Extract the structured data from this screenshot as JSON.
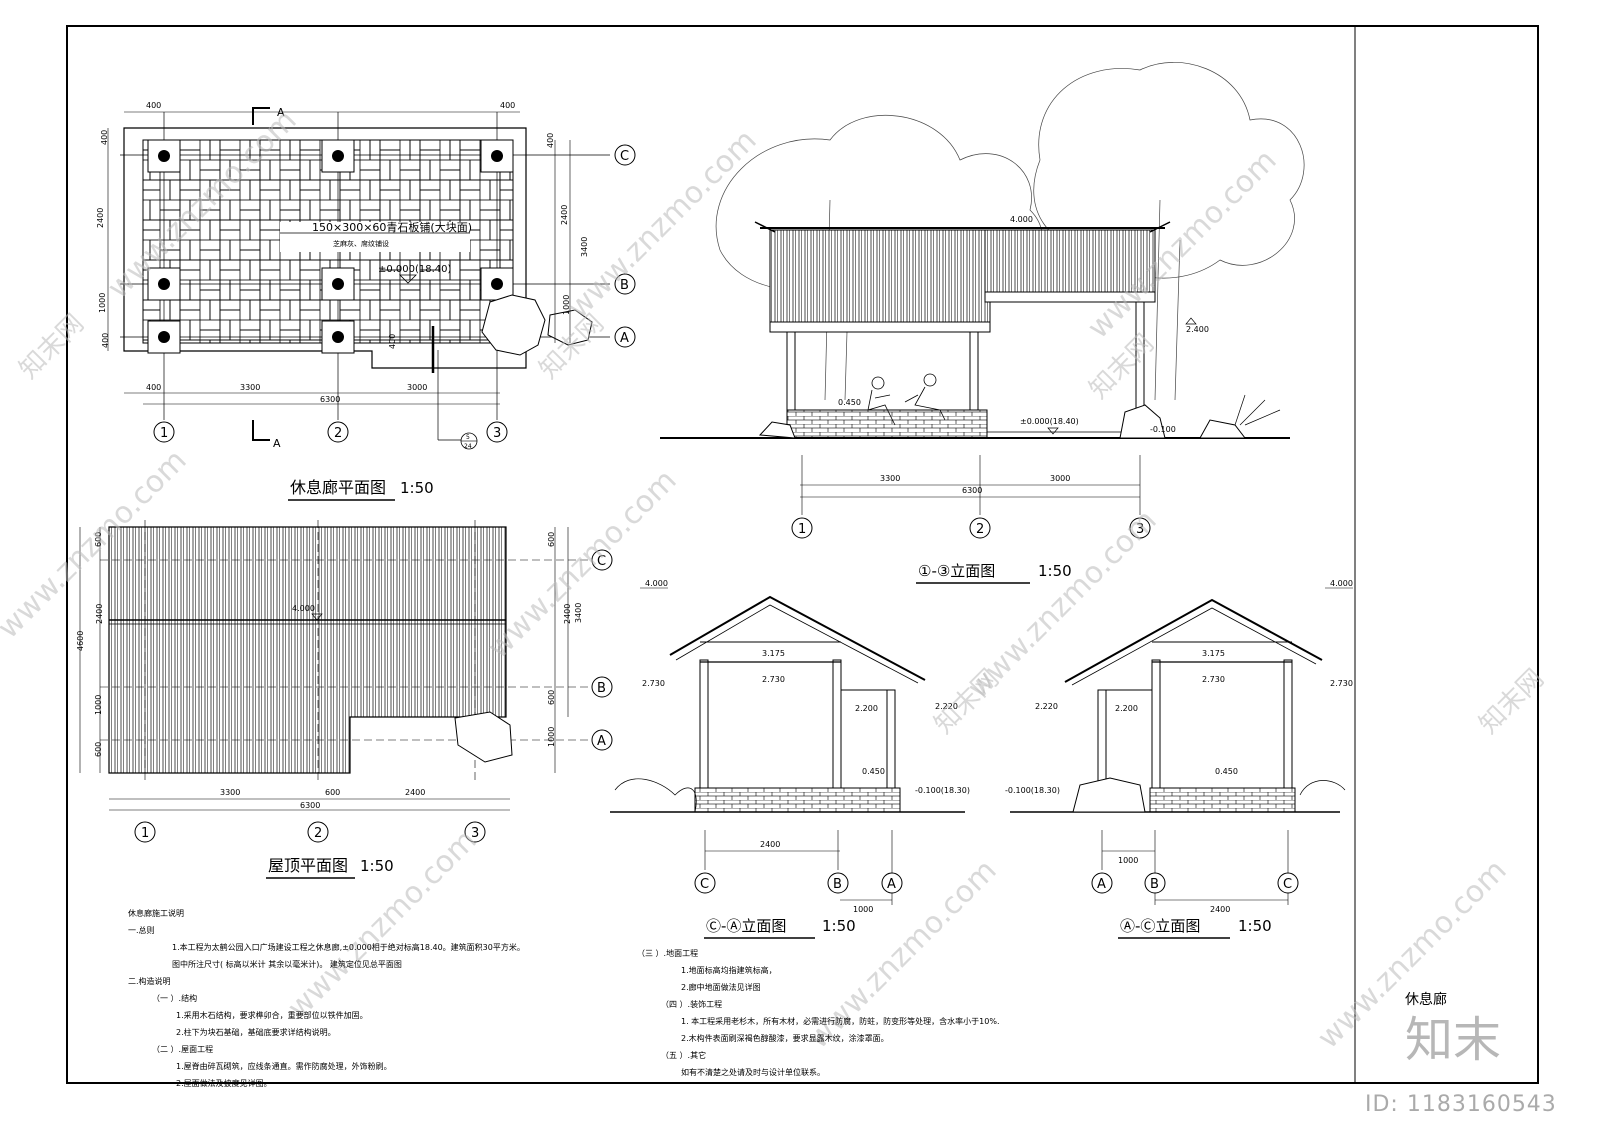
{
  "titles": {
    "plan": "休息廊平面图",
    "plan_scale": "1:50",
    "roof": "屋顶平面图",
    "roof_scale": "1:50",
    "elev13_label": "①-③立面图",
    "elev13_scale": "1:50",
    "elevCA_label": "Ⓒ-Ⓐ立面图",
    "elevCA_scale": "1:50",
    "elevAC_label": "Ⓐ-Ⓒ立面图",
    "elevAC_scale": "1:50"
  },
  "plan": {
    "section_mark": "A",
    "paving_note": "150×300×60青石板铺(大块面)",
    "paving_note2": "芝麻灰、席纹铺设",
    "level": "±0.000(18.40)",
    "dims_top": [
      "400",
      "400"
    ],
    "dims_bottom": [
      "400",
      "3300",
      "3000",
      "6300"
    ],
    "dims_left": [
      "400",
      "2400",
      "1000",
      "400"
    ],
    "dims_right": [
      "400",
      "2400",
      "3400",
      "1000"
    ],
    "dim_inner": "400",
    "axes_row": [
      "C",
      "B",
      "A"
    ],
    "axes_col": [
      "1",
      "2",
      "3"
    ],
    "detail_ref_top": "5",
    "detail_ref_bottom": "24"
  },
  "roof": {
    "level": "4.000",
    "dims_left": [
      "600",
      "2400",
      "1000",
      "600",
      "4600"
    ],
    "dims_right": [
      "600",
      "2400",
      "3400",
      "600",
      "1000"
    ],
    "dims_bottom": [
      "3300",
      "600",
      "2400",
      "6300"
    ]
  },
  "elev13": {
    "top_level": "4.000",
    "eave_level": "2.400",
    "bench_level": "0.450",
    "floor_level": "±0.000(18.40)",
    "ground_level": "-0.100",
    "dims": [
      "3300",
      "3000",
      "6300"
    ]
  },
  "elevCA": {
    "top": "4.000",
    "ridge": "3.175",
    "beam": "2.730",
    "eave_left": "2.730",
    "eave_right": "2.220",
    "low_beam": "2.200",
    "bench": "0.450",
    "ground": "-0.100(18.30)",
    "dims": [
      "2400",
      "1000"
    ]
  },
  "elevAC": {
    "top": "4.000",
    "ridge": "3.175",
    "beam": "2.730",
    "eave_left": "2.220",
    "eave_right": "2.730",
    "low_beam": "2.200",
    "bench": "0.450",
    "ground": "-0.100(18.30)",
    "dims": [
      "1000",
      "2400"
    ]
  },
  "notes_left": [
    "休息廊施工说明",
    "一.总则",
    "1.本工程为太鹤公园入口广场建设工程之休息廊,±0.000相于绝对标高18.40。建筑面积30平方米。",
    "图中所注尺寸( 标高以米计  其余以毫米计)。  建筑定位见总平面图",
    "二.构造说明",
    "（一 ）.结构",
    "1.采用木石结构，要求榫卯合，重要部位以铁件加固。",
    "2.柱下为块石基础，基础底要求详结构说明。",
    "（二 ）.屋面工程",
    "1.屋脊由碎瓦砌筑，应线条通直。需作防腐处理，外饰粉刷。",
    "2.屋面做法及披度见详图。"
  ],
  "notes_right": [
    "（三 ）.地面工程",
    "1.地面标高均指建筑标高，",
    "2.廊中地面做法见详图",
    "（四 ）.装饰工程",
    "1. 本工程采用老杉木，所有木材，必需进行防腐，防蛀，防变形等处理，含水率小于10%.",
    "2.木构件表面刷深褐色醇酸漆，要求显露木纹，涂漆罩面。",
    "（五 ）.其它",
    "如有不清楚之处请及时与设计单位联系。"
  ],
  "title_block": "休息廊",
  "watermark": "www.znzmo.com",
  "watermark_cn": "知末网",
  "logo": "知末",
  "image_id": "ID: 1183160543"
}
